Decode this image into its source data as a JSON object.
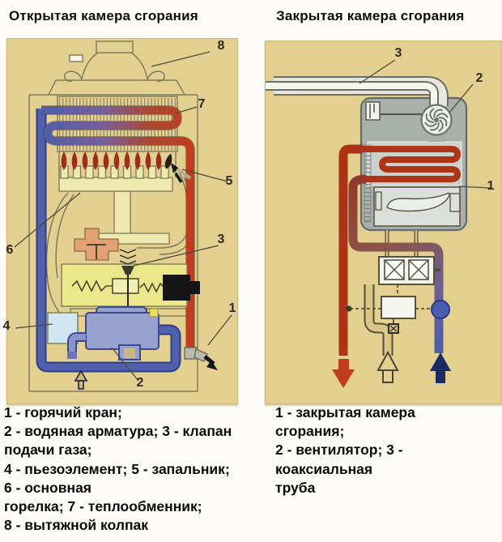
{
  "titles": {
    "left": "Открытая камера сгорания",
    "right": "Закрытая камера сгорания"
  },
  "captions": {
    "left": "1 - горячий кран;\n2 - водяная арматура; 3 - клапан\nподачи газа;\n4 - пьезоэлемент; 5 - запальник;\n6 - основная\nгорелка; 7 - теплообменник;\n8 - вытяжной колпак",
    "right": "1 - закрытая камера\nсгорания;\n2 - вентилятор; 3 -\nкоаксиальная\nтруба"
  },
  "labels": {
    "left": {
      "hot_tap": "1",
      "water_armature": "2",
      "gas_valve": "3",
      "piezo": "4",
      "pilot": "5",
      "burner": "6",
      "heat_exchanger": "7",
      "hood": "8"
    },
    "right": {
      "chamber": "1",
      "fan": "2",
      "coaxial_pipe": "3"
    }
  },
  "colors": {
    "panel_background": "#e3cf90",
    "hot_water_pipe": "#bf3d1e",
    "cold_water_pipe": "#4e5ea9",
    "flame": "#9e2d1a",
    "combustion_chamber_gray": "#a9afab",
    "gas_pipe_tan": "#d9c687",
    "navy_arrow": "#1c2a63",
    "piezo_blue": "#cfe7f1",
    "armature_violet": "#97a1cd",
    "solenoid_black": "#151515"
  }
}
